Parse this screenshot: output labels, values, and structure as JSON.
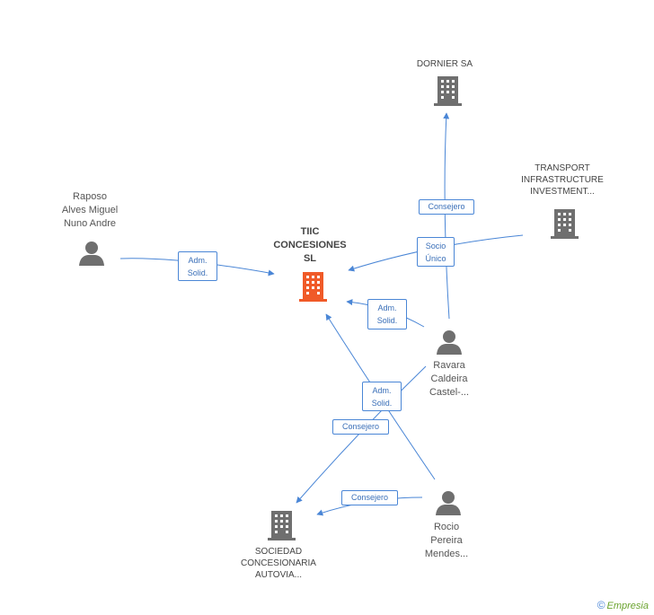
{
  "nodes": {
    "focus": {
      "label_lines": [
        "TIIC",
        "CONCESIONES",
        "SL"
      ],
      "icon": "building-icon",
      "color": "#f05a28"
    },
    "dornier": {
      "label_lines": [
        "DORNIER SA"
      ],
      "icon": "building-icon"
    },
    "transport": {
      "label_lines": [
        "TRANSPORT",
        "INFRASTRUCTURE",
        "INVESTMENT..."
      ],
      "icon": "building-icon"
    },
    "sociedad": {
      "label_lines": [
        "SOCIEDAD",
        "CONCESIONARIA",
        "AUTOVIA..."
      ],
      "icon": "building-icon"
    },
    "raposo": {
      "label_lines": [
        "Raposo",
        "Alves Miguel",
        "Nuno Andre"
      ],
      "icon": "person-icon"
    },
    "ravara": {
      "label_lines": [
        "Ravara",
        "Caldeira",
        "Castel-..."
      ],
      "icon": "person-icon"
    },
    "rocio": {
      "label_lines": [
        "Rocio",
        "Pereira",
        "Mendes..."
      ],
      "icon": "person-icon"
    }
  },
  "edges": {
    "raposo_focus": [
      "Adm.",
      "Solid."
    ],
    "ravara_dornier": [
      "Consejero"
    ],
    "transport_focus": [
      "Socio",
      "Único"
    ],
    "ravara_focus": [
      "Adm.",
      "Solid."
    ],
    "rocio_focus": [
      "Adm.",
      "Solid."
    ],
    "ravara_sociedad": [
      "Consejero"
    ],
    "rocio_sociedad": [
      "Consejero"
    ]
  },
  "colors": {
    "edge": "#4a86d6",
    "icon": "#6f6f6f",
    "focus": "#f05a28"
  },
  "brand": {
    "copyright": "©",
    "name": "Empresia"
  }
}
